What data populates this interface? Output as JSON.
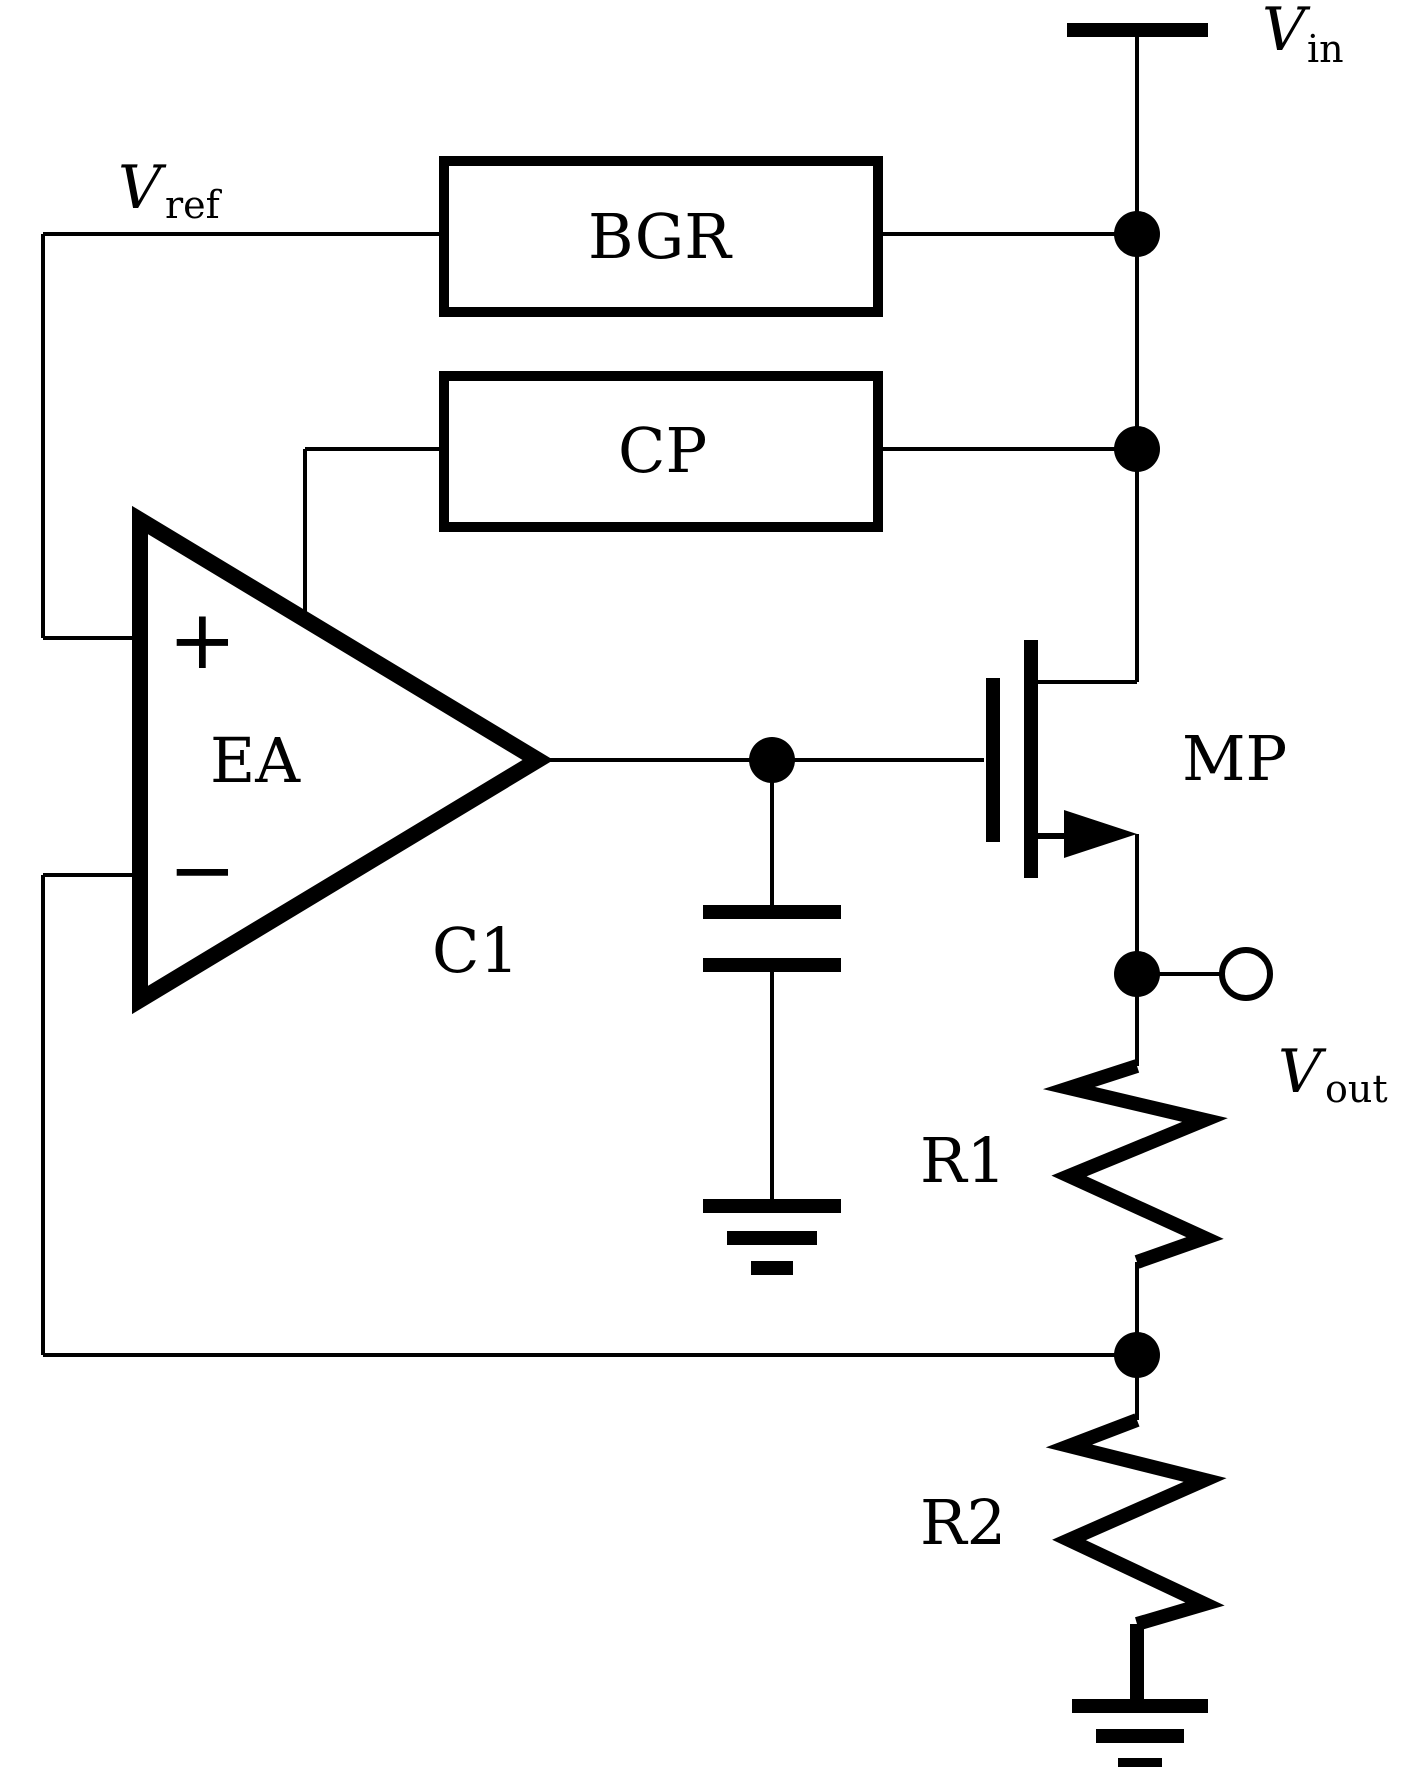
{
  "labels": {
    "vin_main": "V",
    "vin_sub": "in",
    "vref_main": "V",
    "vref_sub": "ref",
    "vout_main": "V",
    "vout_sub": "out",
    "bgr": "BGR",
    "cp": "CP",
    "ea": "EA",
    "plus": "+",
    "minus": "−",
    "mp": "MP",
    "c1": "C1",
    "r1": "R1",
    "r2": "R2"
  }
}
